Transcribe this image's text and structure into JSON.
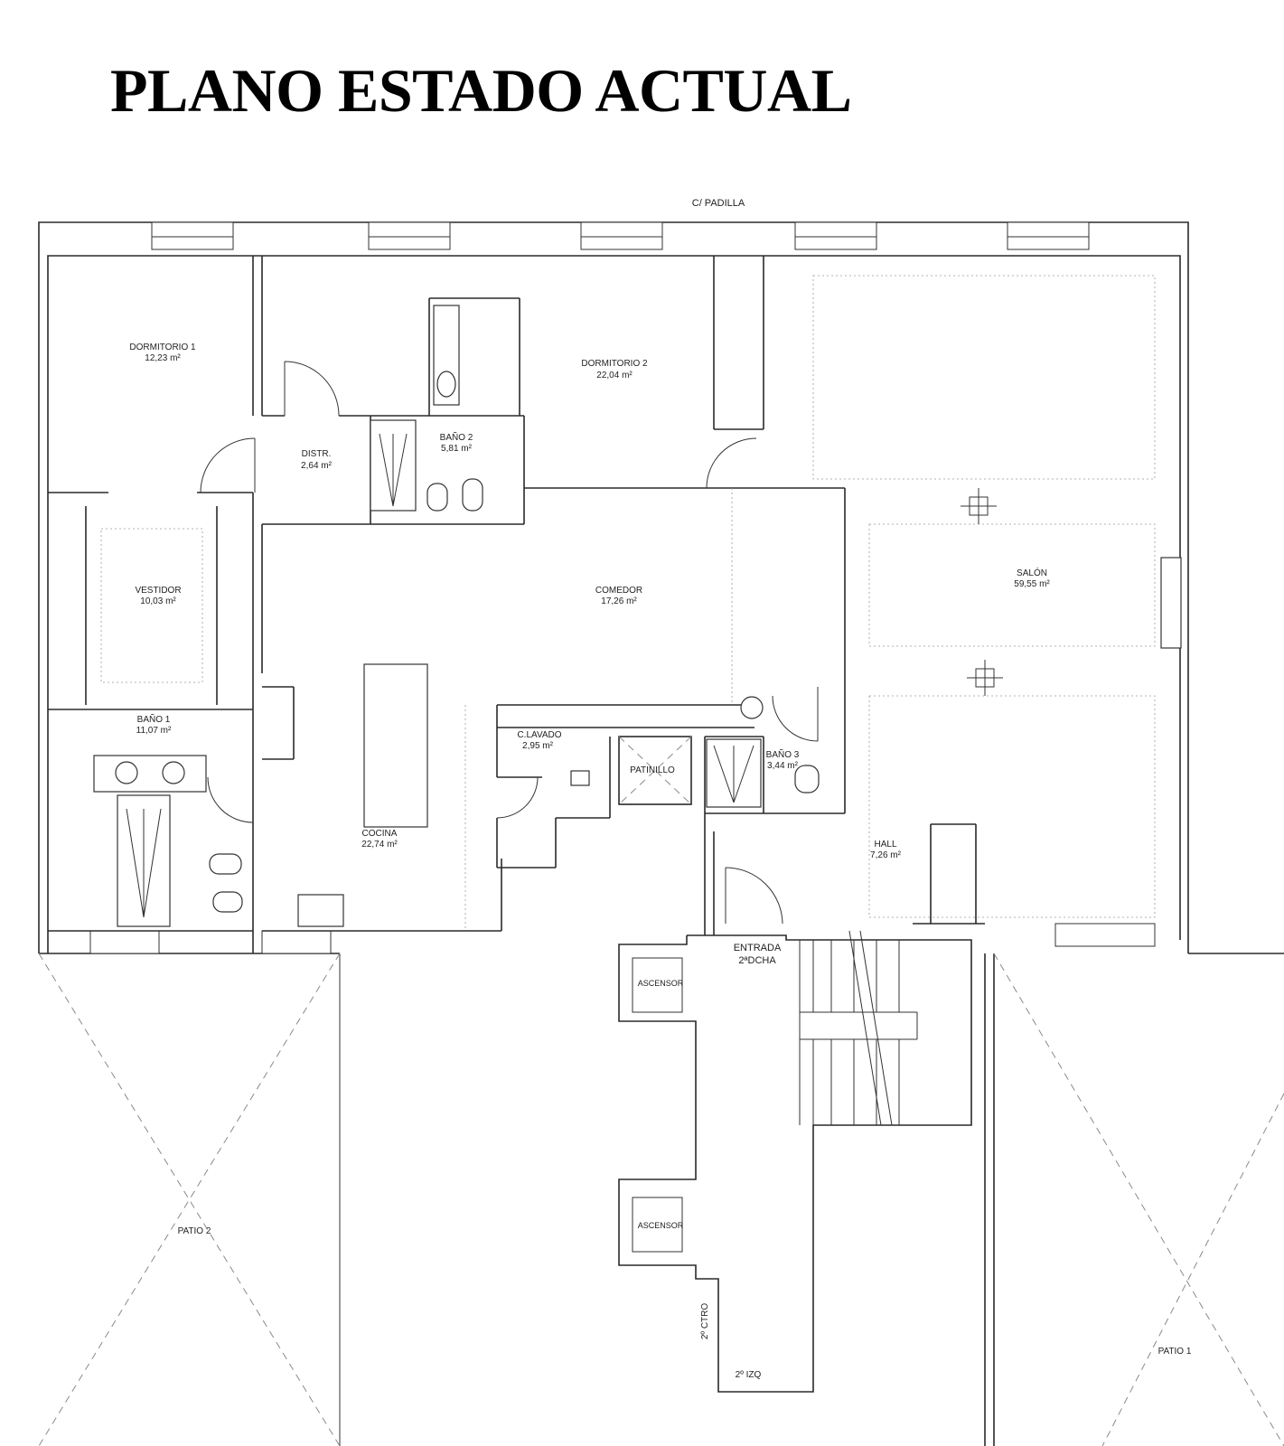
{
  "title": "PLANO ESTADO ACTUAL",
  "street": "C/ PADILLA",
  "rooms": {
    "dormitorio1": {
      "name": "DORMITORIO 1",
      "area": "12,23 m²"
    },
    "dormitorio2": {
      "name": "DORMITORIO 2",
      "area": "22,04 m²"
    },
    "distr": {
      "name": "DISTR.",
      "area": "2,64 m²"
    },
    "bano2": {
      "name": "BAÑO 2",
      "area": "5,81 m²"
    },
    "vestidor": {
      "name": "VESTIDOR",
      "area": "10,03 m²"
    },
    "comedor": {
      "name": "COMEDOR",
      "area": "17,26 m²"
    },
    "salon": {
      "name": "SALÓN",
      "area": "59,55 m²"
    },
    "bano1": {
      "name": "BAÑO 1",
      "area": "11,07 m²"
    },
    "clavado": {
      "name": "C.LAVADO",
      "area": "2,95 m²"
    },
    "patinillo": {
      "name": "PATINILLO"
    },
    "bano3": {
      "name": "BAÑO 3",
      "area": "3,44 m²"
    },
    "cocina": {
      "name": "COCINA",
      "area": "22,74 m²"
    },
    "hall": {
      "name": "HALL",
      "area": "7,26 m²"
    }
  },
  "common": {
    "entrada_line1": "ENTRADA",
    "entrada_line2": "2ªDCHA",
    "ascensor_1": "ASCENSOR",
    "ascensor_2": "ASCENSOR",
    "ctro": "2º CTRO",
    "izq": "2º IZQ",
    "patio1": "PATIO 1",
    "patio2": "PATIO 2"
  }
}
